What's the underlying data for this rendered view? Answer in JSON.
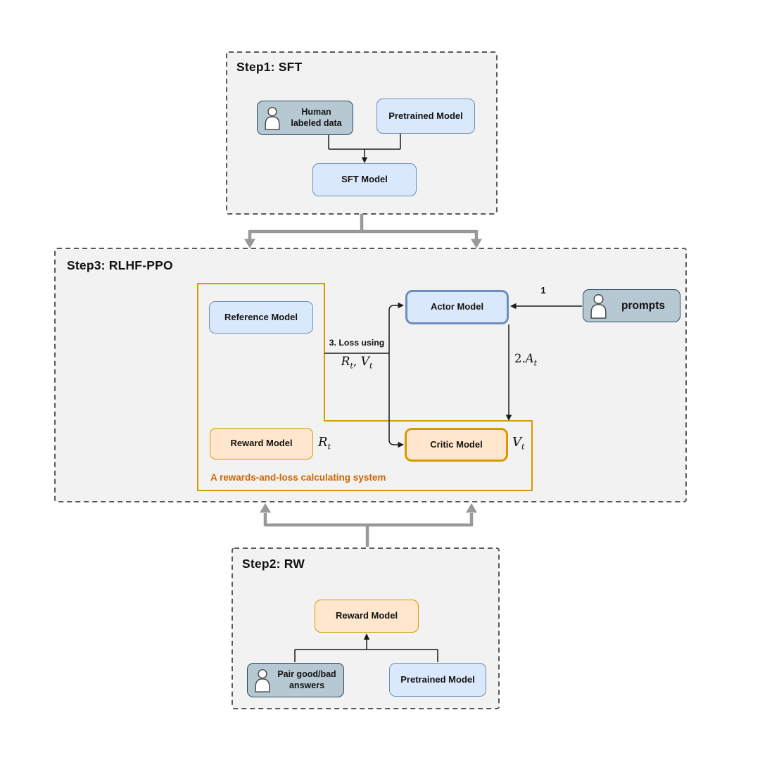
{
  "colors": {
    "page_bg": "#ffffff",
    "panel_bg": "#f2f2f2",
    "panel_border": "#595959",
    "blue_fill": "#dae8fc",
    "blue_stroke": "#6c8ebf",
    "orange_fill": "#ffe6cc",
    "orange_stroke": "#d79b00",
    "gray_fill": "#b6c8d2",
    "gray_stroke": "#2a4a5e",
    "line": "#1a1a1a",
    "connector_gray": "#999999",
    "caption_orange": "#cc6600",
    "icon_stroke": "#4d4d4d"
  },
  "step1": {
    "title": "Step1: SFT",
    "human_labeled_data": [
      "Human",
      "labeled data"
    ],
    "pretrained_model": "Pretrained Model",
    "sft_model": "SFT Model"
  },
  "step3": {
    "title": "Step3: RLHF-PPO",
    "reference_model": "Reference Model",
    "reward_model": "Reward Model",
    "actor_model": "Actor Model",
    "critic_model": "Critic Model",
    "prompts": "prompts",
    "loss_label": "3. Loss using",
    "arrow1_label": "1",
    "system_caption": "A rewards-and-loss calculating system"
  },
  "step2": {
    "title": "Step2: RW",
    "reward_model": "Reward Model",
    "pair_answers": [
      "Pair good/bad",
      "answers"
    ],
    "pretrained_model": "Pretrained Model"
  },
  "math": {
    "two": "2.",
    "R": "R",
    "V": "V",
    "A": "A",
    "t": "t",
    "comma": ", "
  }
}
